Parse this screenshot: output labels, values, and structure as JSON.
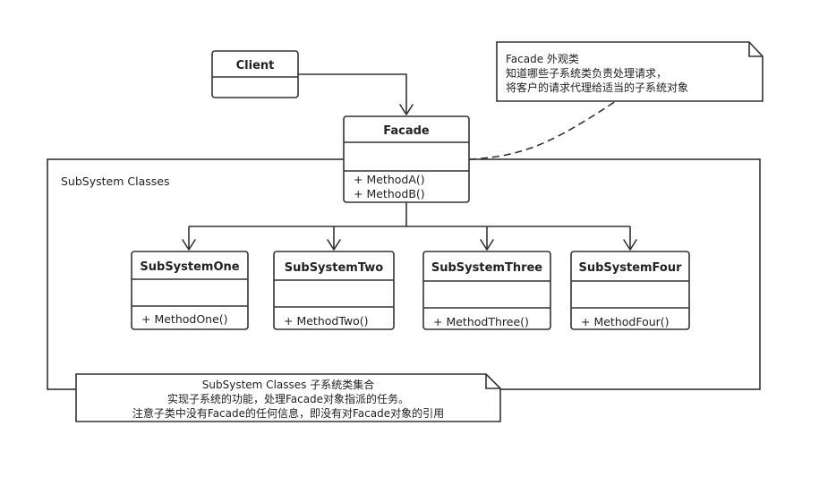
{
  "client": {
    "name": "Client"
  },
  "facade": {
    "name": "Facade",
    "methods": [
      "+ MethodA()",
      "+ MethodB()"
    ]
  },
  "subsystem_frame": {
    "label": "SubSystem Classes"
  },
  "subsystems": [
    {
      "name": "SubSystemOne",
      "method": "+ MethodOne()"
    },
    {
      "name": "SubSystemTwo",
      "method": "+ MethodTwo()"
    },
    {
      "name": "SubSystemThree",
      "method": "+ MethodThree()"
    },
    {
      "name": "SubSystemFour",
      "method": "+ MethodFour()"
    }
  ],
  "facade_note": {
    "lines": [
      "Facade 外观类",
      "知道哪些子系统类负责处理请求，",
      "将客户的请求代理给适当的子系统对象"
    ]
  },
  "subsystem_note": {
    "lines": [
      "SubSystem Classes 子系统类集合",
      "实现子系统的功能，处理Facade对象指派的任务。",
      "注意子类中没有Facade的任何信息，即没有对Facade对象的引用"
    ]
  },
  "colors": {
    "stroke": "#333333",
    "text": "#222222",
    "background": "#ffffff"
  }
}
